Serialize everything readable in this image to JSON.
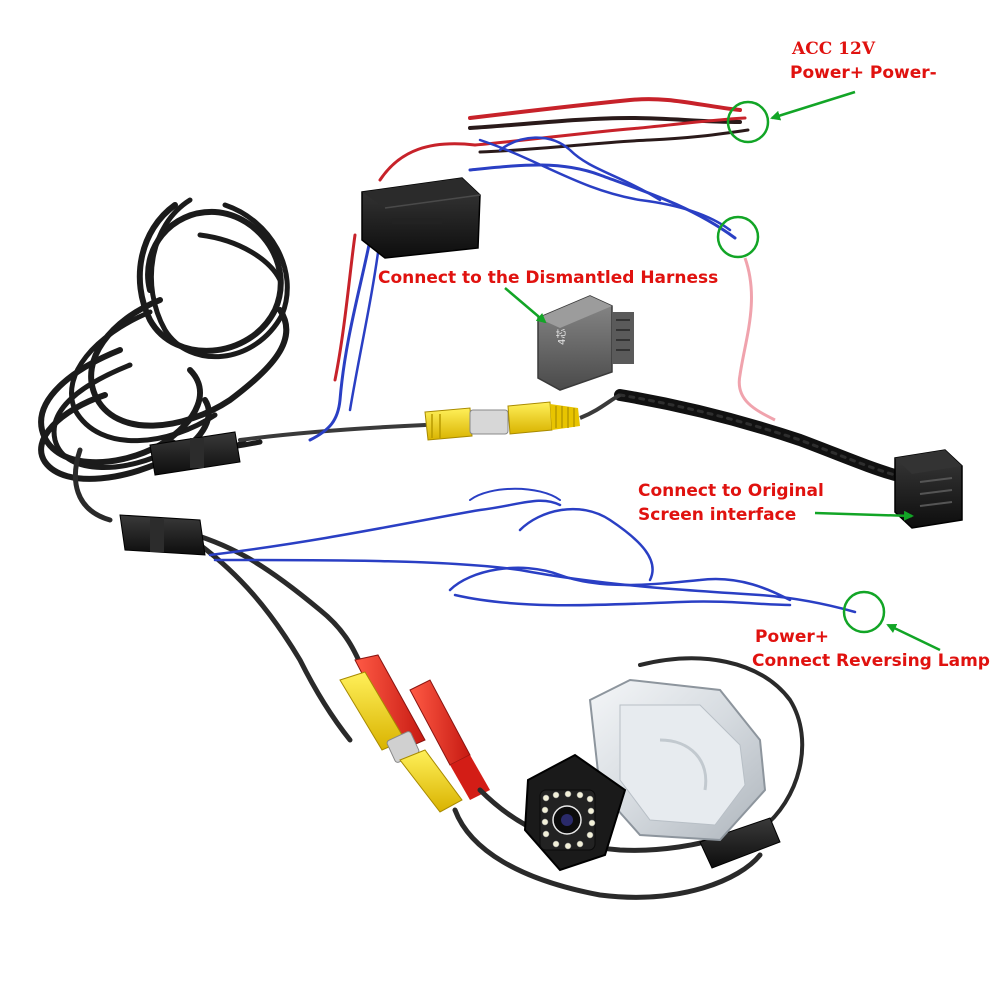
{
  "annotations": {
    "acc": {
      "line1": "ACC 12V",
      "line2": "Power+  Power-"
    },
    "dismantled_harness": "Connect to the Dismantled Harness",
    "original_screen": {
      "line1": "Connect to Original",
      "line2": "Screen interface"
    },
    "reversing_lamp": {
      "line1": "Power+",
      "line2": "Connect Reversing Lamp"
    }
  },
  "connector_marking": "4芯",
  "colors": {
    "label_text": "#e0120f",
    "callout_green": "#12a526",
    "cable_black": "#1b1b1b",
    "wire_blue": "#2a3fc4",
    "wire_red": "#c7222a",
    "rca_yellow": "#f2d310",
    "rca_red": "#ee2b22",
    "pink_wire": "#f0a3ad"
  }
}
